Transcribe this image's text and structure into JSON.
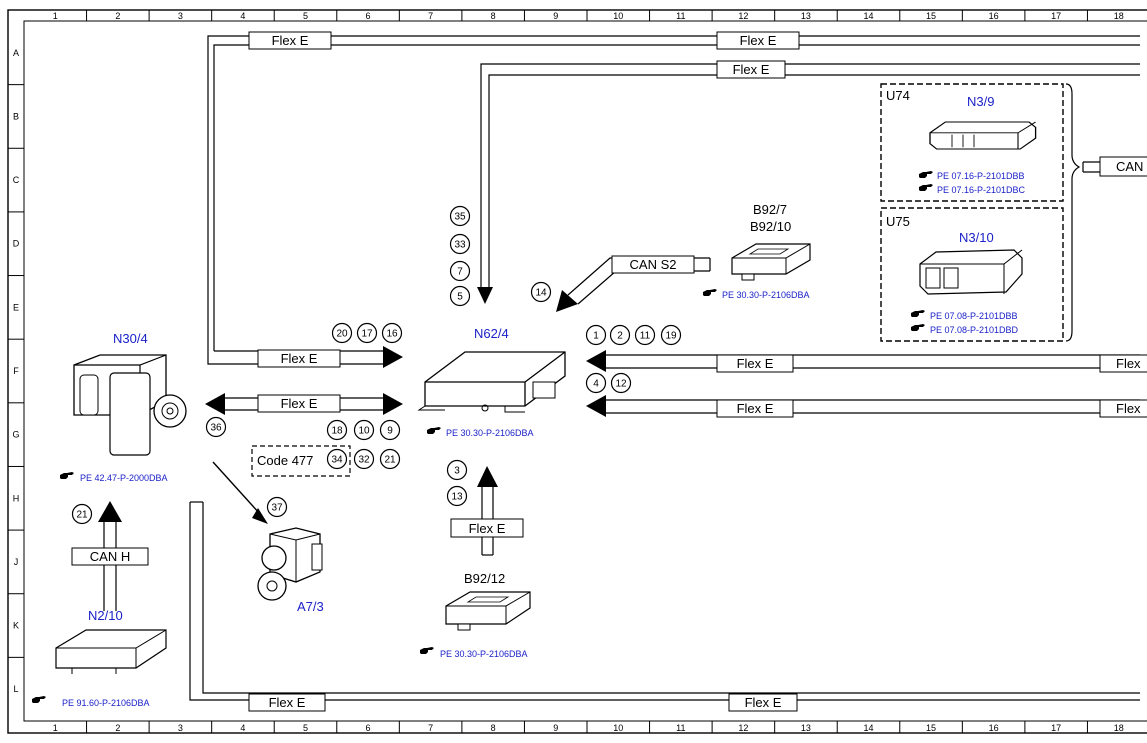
{
  "grid": {
    "columns": [
      "1",
      "2",
      "3",
      "4",
      "5",
      "6",
      "7",
      "8",
      "9",
      "10",
      "11",
      "12",
      "13",
      "14",
      "15",
      "16",
      "17",
      "18"
    ],
    "rows": [
      "A",
      "B",
      "C",
      "D",
      "E",
      "F",
      "G",
      "H",
      "J",
      "K",
      "L"
    ]
  },
  "colors": {
    "component_label": "#1b22c8",
    "line": "#000000"
  },
  "icons": {
    "reference": "pointing-hand-icon"
  },
  "bus_labels": {
    "flex_e_top_left": "Flex E",
    "flex_e_top_mid": "Flex E",
    "flex_e_second": "Flex E",
    "can_s2": "CAN S2",
    "can_right": "CAN",
    "flex_e_left_upper": "Flex E",
    "flex_e_left_lower": "Flex E",
    "flex_e_right_upper": "Flex E",
    "flex_e_right_lower": "Flex E",
    "flex_right_upper_edge": "Flex",
    "flex_right_lower_edge": "Flex",
    "flex_e_bottom_center": "Flex E",
    "can_h": "CAN H",
    "flex_e_bottom_left": "Flex E",
    "flex_e_bottom_right": "Flex E"
  },
  "groups": {
    "u74": "U74",
    "u75": "U75"
  },
  "components": {
    "n3_9": {
      "label": "N3/9",
      "refs": [
        "PE 07.16-P-2101DBB",
        "PE 07.16-P-2101DBC"
      ]
    },
    "n3_10": {
      "label": "N3/10",
      "refs": [
        "PE 07.08-P-2101DBB",
        "PE 07.08-P-2101DBD"
      ]
    },
    "b92": {
      "label_1": "B92/7",
      "label_2": "B92/10",
      "ref": "PE 30.30-P-2106DBA"
    },
    "n62_4": {
      "label": "N62/4",
      "ref": "PE 30.30-P-2106DBA"
    },
    "n30_4": {
      "label": "N30/4",
      "ref": "PE 42.47-P-2000DBA"
    },
    "a7_3": {
      "label": "A7/3"
    },
    "b92_12": {
      "label": "B92/12",
      "ref": "PE 30.30-P-2106DBA"
    },
    "n2_10": {
      "label": "N2/10",
      "ref": "PE 91.60-P-2106DBA"
    }
  },
  "code_box": "Code 477",
  "circled_numbers": {
    "n35": "35",
    "n33": "33",
    "n7": "7",
    "n5": "5",
    "n14": "14",
    "n20": "20",
    "n17": "17",
    "n16": "16",
    "n1": "1",
    "n2": "2",
    "n11": "11",
    "n19": "19",
    "n4": "4",
    "n12": "12",
    "n36": "36",
    "n18": "18",
    "n10": "10",
    "n9": "9",
    "n34": "34",
    "n32": "32",
    "n21b": "21",
    "n3": "3",
    "n13": "13",
    "n37": "37",
    "n21": "21"
  }
}
